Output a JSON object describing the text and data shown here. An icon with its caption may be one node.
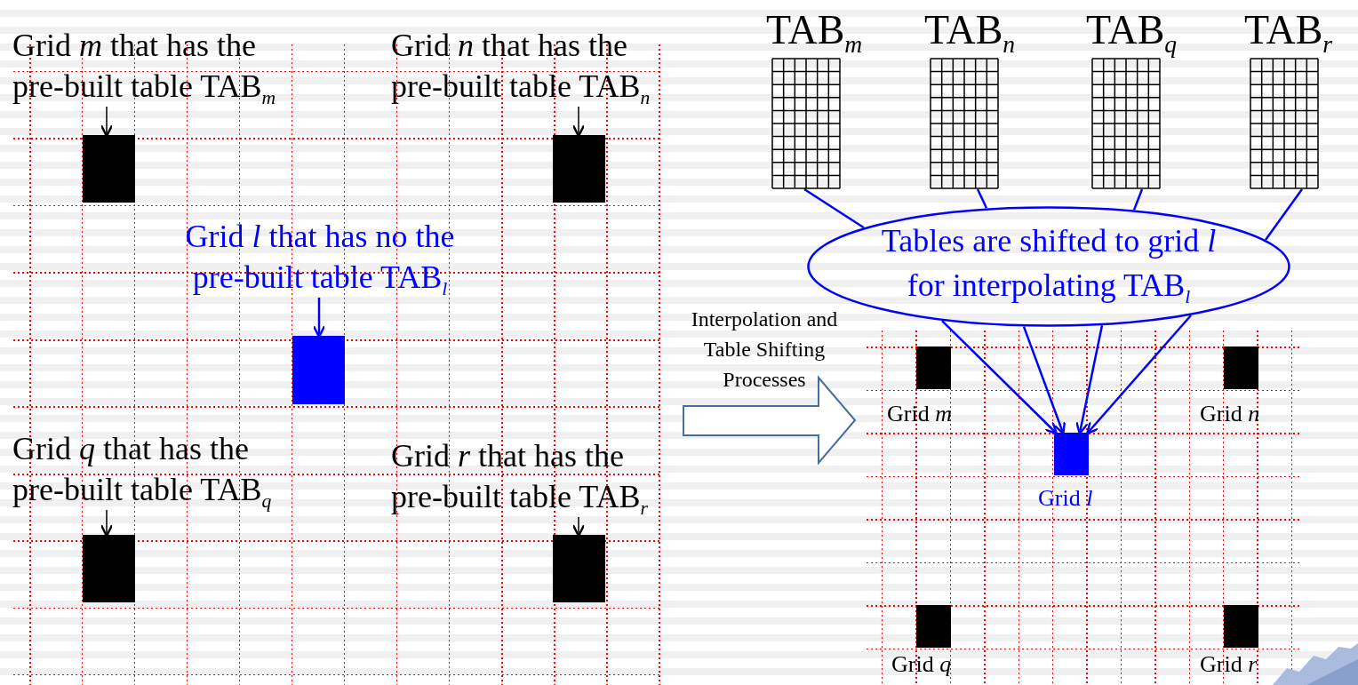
{
  "diagram": {
    "nodes": [
      {
        "text": [
          "Grid *m* that has the pre-built table TAB$_{m}$"
        ]
      },
      {
        "text": [],
        "shape": "box"
      },
      {
        "text": [
          "Grid *n* that has the pre-built table TAB$_{n}$"
        ]
      },
      {
        "text": [],
        "shape": "box"
      },
      {
        "text": [
          "Grid *l* that has no the pre-built table TAB$_{l}$"
        ]
      },
      {
        "text": [],
        "shape": "box"
      },
      {
        "text": [
          "Grid *q* that has the pre-built table TAB$_{q}$"
        ]
      },
      {
        "text": [],
        "shape": "box"
      },
      {
        "text": [
          "Grid *r* that has the pre-built table TAB$_{r}$"
        ]
      },
      {
        "text": [],
        "shape": "box"
      },
      {
        "text": [
          "TAB$_{m}$"
        ]
      },
      {
        "text": [
          "TAB$_{n}$"
        ]
      },
      {
        "text": [
          "TAB$_{q}$"
        ]
      },
      {
        "text": [
          "TAB$_{r}$"
        ]
      },
      {
        "text": [
          "Tables are shifted to grid *l* for interpolating TAB$_{l}$"
        ]
      },
      {
        "text": [],
        "shape": "box",
        "beside": [
          "Grid *m*"
        ]
      },
      {
        "text": [],
        "shape": "box",
        "beside": [
          "Grid *n*"
        ]
      },
      {
        "text": [],
        "shape": "box",
        "beside": [
          "Grid *l*"
        ]
      },
      {
        "text": [],
        "shape": "box",
        "beside": [
          "Grid *q*"
        ]
      },
      {
        "text": [],
        "shape": "box",
        "beside": [
          "Grid *r*"
        ]
      }
    ],
    "edges": [
      {
        "from": 0,
        "to": 1,
        "arrow": "to",
        "color": "#000000"
      },
      {
        "from": 2,
        "to": 3,
        "arrow": "to",
        "color": "#000000"
      },
      {
        "from": 4,
        "to": 5,
        "arrow": "to"
      },
      {
        "from": 6,
        "to": 7,
        "arrow": "to",
        "color": "#000000"
      },
      {
        "from": 8,
        "to": 9,
        "arrow": "to",
        "color": "#000000"
      },
      {
        "from": 10,
        "to": 14,
        "arrow": "none"
      },
      {
        "from": 11,
        "to": 14,
        "arrow": "none"
      },
      {
        "from": 12,
        "to": 14,
        "arrow": "none"
      },
      {
        "from": 13,
        "to": 14,
        "arrow": "none"
      },
      {
        "from": 14,
        "to": 17,
        "arrow": "to"
      },
      {
        "from": 14,
        "to": 17,
        "arrow": "to"
      },
      {
        "from": 14,
        "to": 17,
        "arrow": "to"
      },
      {
        "from": 14,
        "to": 17,
        "arrow": "to"
      }
    ],
    "labels": [
      "Interpolation and Table Shifting Processes"
    ]
  }
}
